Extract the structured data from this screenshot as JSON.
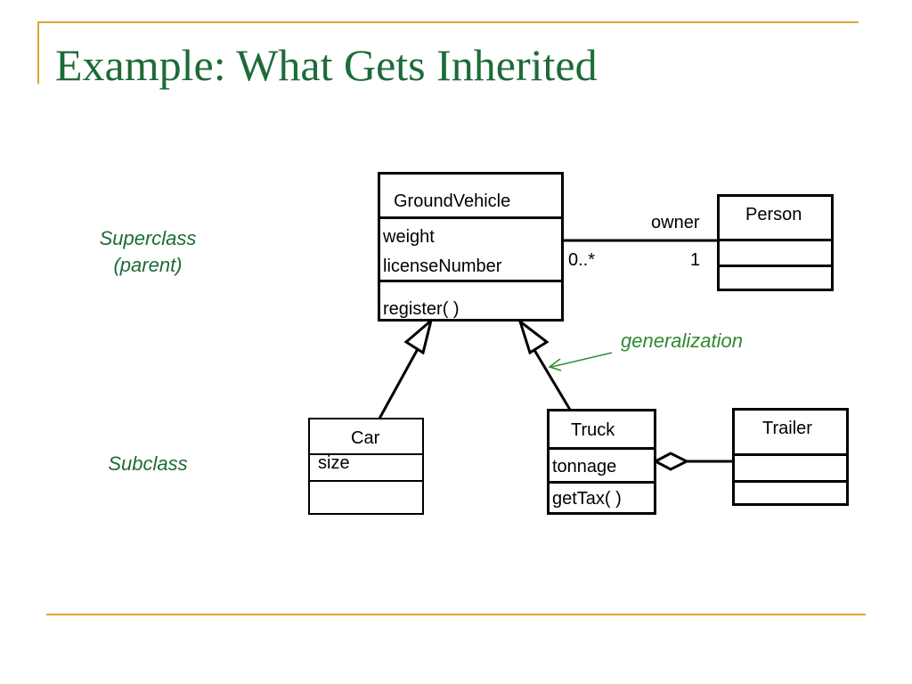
{
  "slide": {
    "title": "Example: What Gets Inherited",
    "colors": {
      "title": "#1d6b38",
      "rule": "#dca632",
      "generalization_note": "#2e8a2e"
    }
  },
  "labels": {
    "superclass_line1": "Superclass",
    "superclass_line2": "(parent)",
    "subclass": "Subclass"
  },
  "classes": {
    "ground_vehicle": {
      "name": "GroundVehicle",
      "attributes": [
        "weight",
        "licenseNumber"
      ],
      "operations": [
        "register( )"
      ]
    },
    "person": {
      "name": "Person"
    },
    "car": {
      "name": "Car",
      "attributes": [
        "size"
      ]
    },
    "truck": {
      "name": "Truck",
      "attributes": [
        "tonnage"
      ],
      "operations": [
        "getTax( )"
      ]
    },
    "trailer": {
      "name": "Trailer"
    }
  },
  "association": {
    "role": "owner",
    "multiplicity_vehicle_end": "0..*",
    "multiplicity_person_end": "1"
  },
  "annotations": {
    "generalization": "generalization"
  }
}
